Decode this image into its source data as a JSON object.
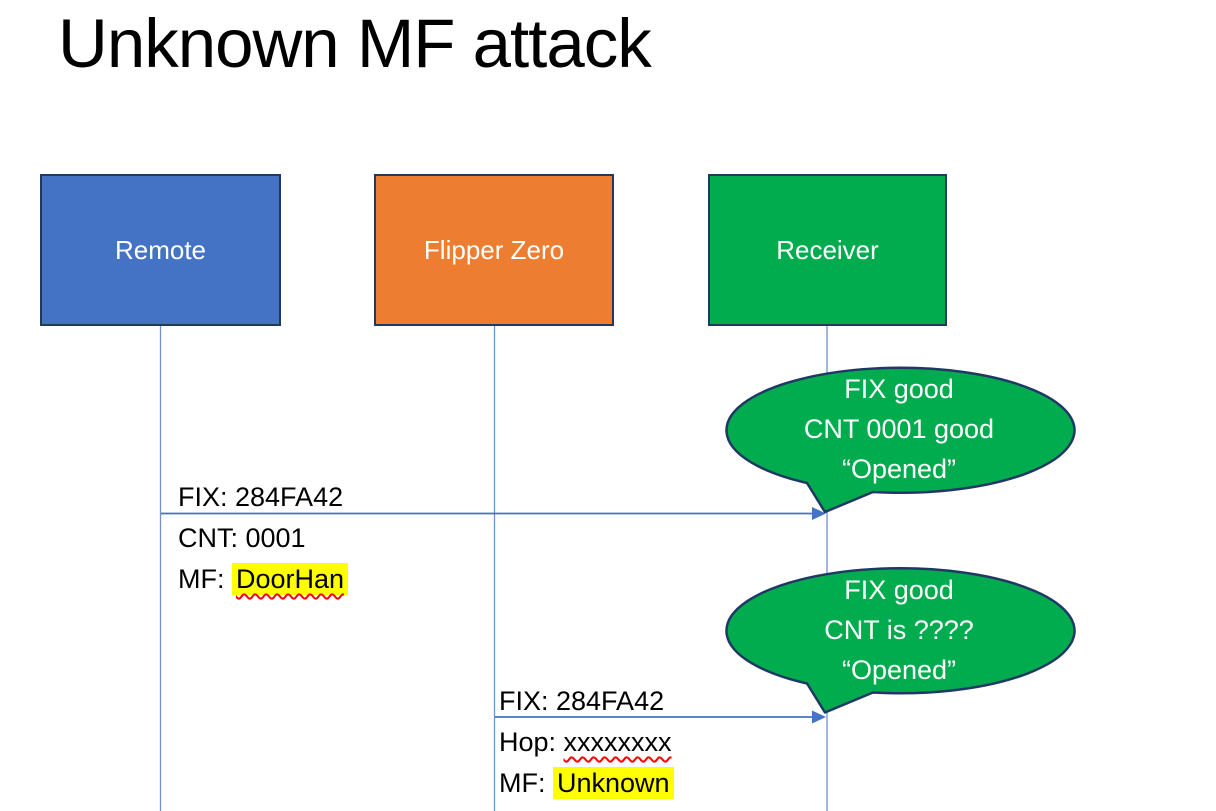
{
  "title": "Unknown MF attack",
  "actors": [
    {
      "label": "Remote",
      "fill": "#4472C4"
    },
    {
      "label": "Flipper Zero",
      "fill": "#ED7D31"
    },
    {
      "label": "Receiver",
      "fill": "#00AC4E"
    }
  ],
  "callouts": [
    {
      "line1": "FIX good",
      "line2": "CNT 0001 good",
      "line3": "“Opened”"
    },
    {
      "line1": "FIX good",
      "line2": "CNT is ????",
      "line3": "“Opened”"
    }
  ],
  "messages": [
    {
      "line1": "FIX: 284FA42",
      "line2": "CNT: 0001",
      "line3_prefix": "MF: ",
      "line3_value": "DoorHan"
    },
    {
      "line1": "FIX: 284FA42",
      "line2_prefix": "Hop: ",
      "line2_value": "xxxxxxxx",
      "line3_prefix": "MF: ",
      "line3_value": "Unknown"
    }
  ],
  "colors": {
    "actor_blue": "#4472C4",
    "actor_orange": "#ED7D31",
    "actor_green": "#00AC4E",
    "callout_green": "#00AC4E",
    "shape_border": "#1F3864",
    "connector_blue": "#4472C4",
    "lifeline_blue": "#6E93CF",
    "highlight_yellow": "#FFFF00",
    "spellcheck_red": "#FF0000",
    "title_black": "#000000"
  }
}
